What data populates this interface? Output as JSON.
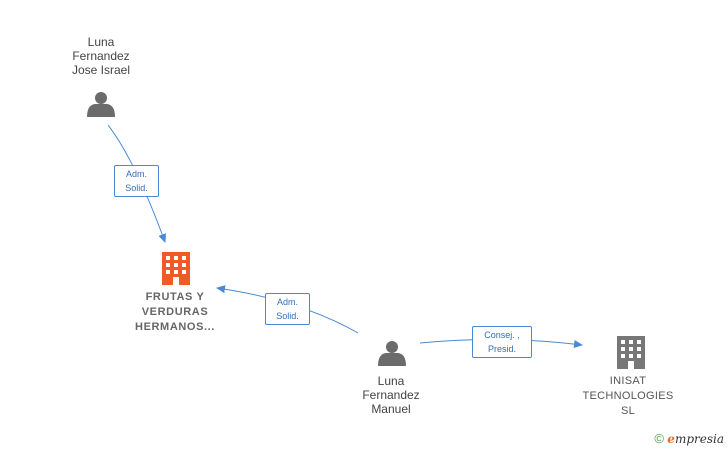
{
  "nodes": {
    "person_jose": {
      "lines": [
        "Luna",
        "Fernandez",
        "Jose Israel"
      ],
      "icon": "person-icon"
    },
    "person_manuel": {
      "lines": [
        "Luna",
        "Fernandez",
        "Manuel"
      ],
      "icon": "person-icon"
    },
    "company_frutas": {
      "lines": [
        "FRUTAS Y",
        "VERDURAS",
        "HERMANOS..."
      ],
      "icon": "building-icon",
      "color": "#f05a28"
    },
    "company_inisat": {
      "lines": [
        "INISAT",
        "TECHNOLOGIES",
        "SL"
      ],
      "icon": "building-icon",
      "color": "#777777"
    }
  },
  "edges": {
    "jose_frutas": {
      "lines": [
        "Adm.",
        "Solid."
      ]
    },
    "manuel_frutas": {
      "lines": [
        "Adm.",
        "Solid."
      ]
    },
    "manuel_inisat": {
      "lines": [
        "Consej. ,",
        "Presid."
      ]
    }
  },
  "colors": {
    "edge": "#4a8ad4",
    "person": "#6b6b6b"
  },
  "footer": {
    "copyright_symbol": "©",
    "brand_initial": "e",
    "brand_rest": "mpresia"
  }
}
